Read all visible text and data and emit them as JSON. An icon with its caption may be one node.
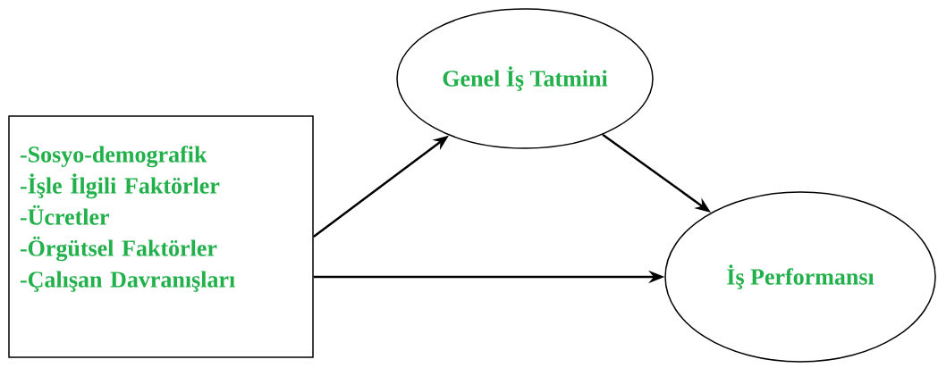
{
  "diagram": {
    "nodes": [
      {
        "text": [
          "-Sosyo-demografik",
          "-İşle İlgili Faktörler",
          "-Ücretler",
          "-Örgütsel Faktörler",
          "-Çalışan Davranışları"
        ]
      },
      {
        "text": [
          "Genel İş Tatmini"
        ]
      },
      {
        "text": [
          "İş Performansı"
        ]
      }
    ],
    "edges": [
      {
        "from": 0,
        "to": 1,
        "arrow": "to"
      },
      {
        "from": 1,
        "to": 2,
        "arrow": "to"
      },
      {
        "from": 0,
        "to": 2,
        "arrow": "to"
      }
    ]
  }
}
